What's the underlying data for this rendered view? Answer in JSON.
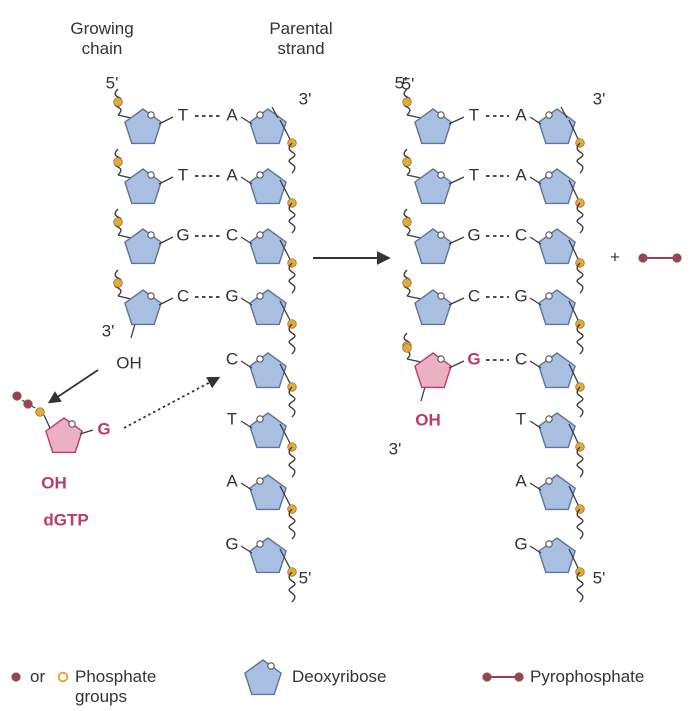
{
  "headers": {
    "growing_line1": "Growing",
    "growing_line2": "chain",
    "parental_line1": "Parental",
    "parental_line2": "strand"
  },
  "ends": {
    "five_prime": "5'",
    "three_prime": "3'"
  },
  "left_panel": {
    "growing_bases": [
      "T",
      "T",
      "G",
      "C"
    ],
    "parental_bases": [
      "A",
      "A",
      "C",
      "G",
      "C",
      "T",
      "A",
      "G"
    ],
    "free_end": "OH"
  },
  "incoming": {
    "base": "G",
    "hydroxyl": "OH",
    "name": "dGTP"
  },
  "right_panel": {
    "growing_bases": [
      "T",
      "T",
      "G",
      "C",
      "G"
    ],
    "parental_bases": [
      "A",
      "A",
      "C",
      "G",
      "C",
      "T",
      "A",
      "G"
    ],
    "free_end": "OH"
  },
  "byproduct": {
    "plus": "+"
  },
  "legend": {
    "or_text": "or",
    "phosphate_line1": "Phosphate",
    "phosphate_line2": "groups",
    "deoxyribose": "Deoxyribose",
    "pyrophosphate": "Pyrophosphate"
  },
  "colors": {
    "sugar_fill": "#a9bfe2",
    "sugar_stroke": "#5f7499",
    "phosphate": "#e3aa3c",
    "new_nucleotide": "#c0396b",
    "new_sugar_fill": "#ebb1c0",
    "pyrophosphate": "#9a3f63",
    "backbone": "#3c3c3c"
  }
}
